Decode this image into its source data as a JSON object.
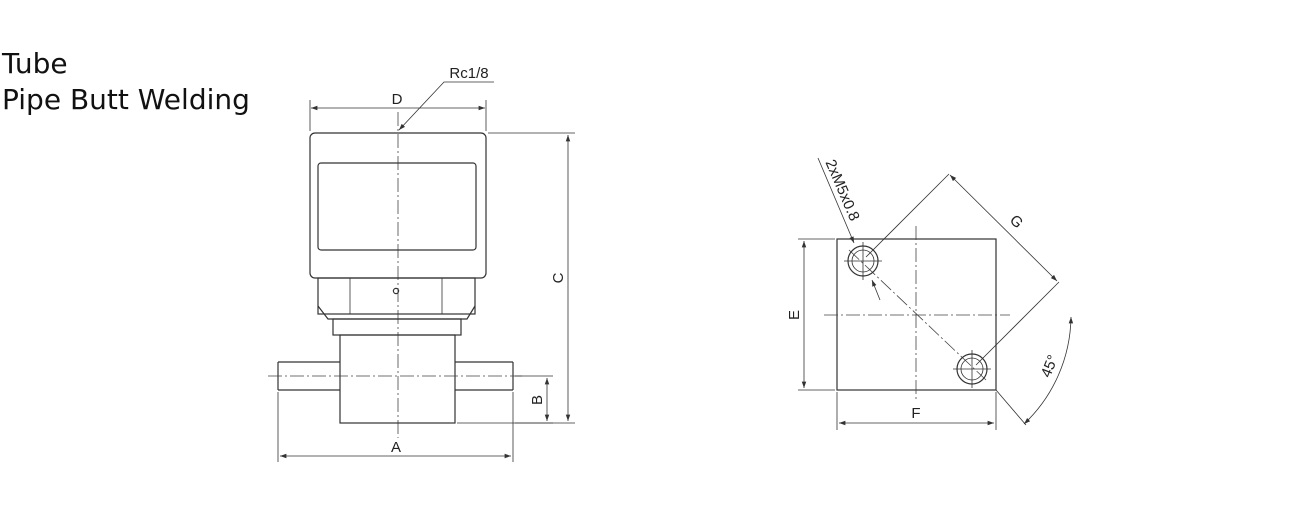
{
  "title": {
    "line1": "Tube",
    "line2": "Pipe Butt Welding"
  },
  "labels": {
    "port_thread": "Rc1/8",
    "dim_a": "A",
    "dim_b": "B",
    "dim_c": "C",
    "dim_d": "D",
    "dim_e": "E",
    "dim_f": "F",
    "dim_g": "G",
    "mount_thread": "2xM5x0.8",
    "angle": "45°"
  },
  "colors": {
    "line": "#333333",
    "text": "#222222"
  }
}
